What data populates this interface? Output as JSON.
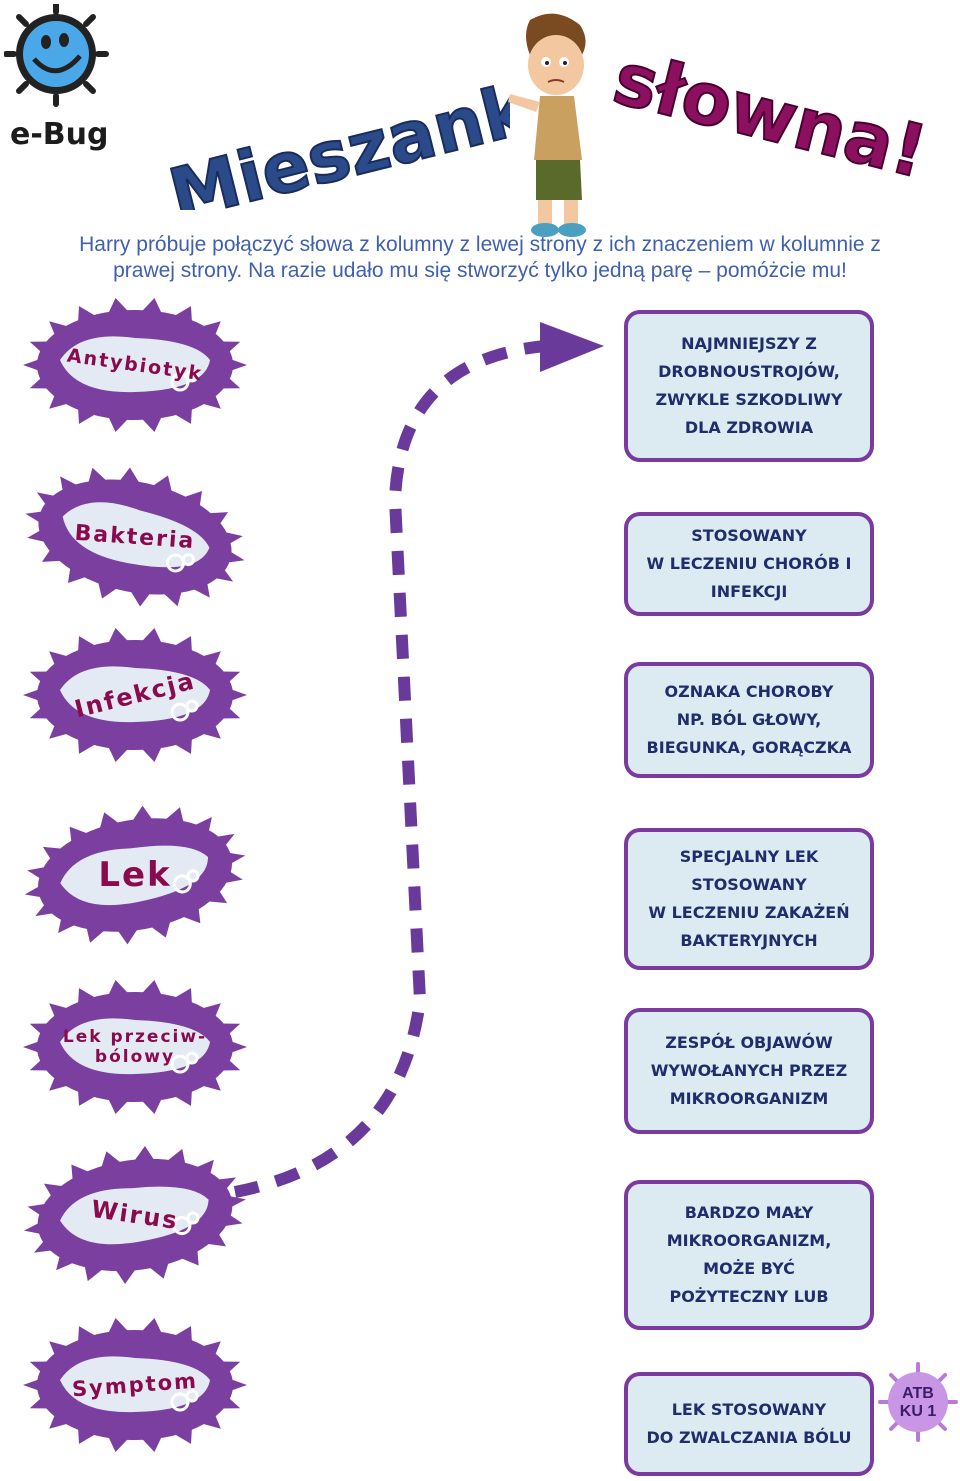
{
  "logo": {
    "text": "e-Bug",
    "icon": "smiling-germ-icon"
  },
  "title": {
    "part1": "Mieszanka",
    "part2": "słowna!"
  },
  "character": "boy-thinking-illustration",
  "intro": {
    "line1": "Harry próbuje połączyć słowa z kolumny z lewej strony z ich znaczeniem w kolumnie z",
    "line2": "prawej strony. Na razie udało mu się stworzyć tylko jedną parę – pomóżcie mu!"
  },
  "terms": [
    {
      "label": "Antybiotyk",
      "font_size": 19,
      "rotate": 8
    },
    {
      "label": "Bakteria",
      "font_size": 22,
      "rotate": 4
    },
    {
      "label": "Infekcja",
      "font_size": 24,
      "rotate": -14
    },
    {
      "label": "Lek",
      "font_size": 34,
      "rotate": 0
    },
    {
      "label": "Lek przeciw-\nbólowy",
      "font_size": 17,
      "rotate": 0
    },
    {
      "label": "Wirus",
      "font_size": 24,
      "rotate": 8
    },
    {
      "label": "Symptom",
      "font_size": 21,
      "rotate": -4
    }
  ],
  "definitions": [
    {
      "lines": [
        "Najmniejszy z",
        "drobnoustrojów,",
        "zwykle szkodliwy",
        "dla zdrowia"
      ]
    },
    {
      "lines": [
        "Stosowany",
        "w leczeniu chorób i",
        "infekcji"
      ]
    },
    {
      "lines": [
        "Oznaka choroby",
        "np. ból głowy,",
        "biegunka, gorączka"
      ]
    },
    {
      "lines": [
        "Specjalny lek",
        "stosowany",
        "w leczeniu zakażeń",
        "bakteryjnych"
      ]
    },
    {
      "lines": [
        "Zespół objawów",
        "wywołanych przez",
        "mikroorganizm"
      ]
    },
    {
      "lines": [
        "Bardzo mały",
        "mikroorganizm,",
        "może być",
        "pożyteczny lub"
      ]
    },
    {
      "lines": [
        "Lek stosowany",
        "do zwalczania bólu"
      ]
    }
  ],
  "badge": {
    "line1": "ATB",
    "line2": "KU 1"
  },
  "colors": {
    "germ_body": "#7b3fa0",
    "germ_inner": "#e4eaf4",
    "card_border": "#7a3aa0",
    "card_bg": "#dceaf2",
    "title_blue": "#2a4a8a",
    "title_purple": "#8b1060",
    "arrow": "#6a3a9a",
    "intro_text": "#3f5fb0"
  }
}
